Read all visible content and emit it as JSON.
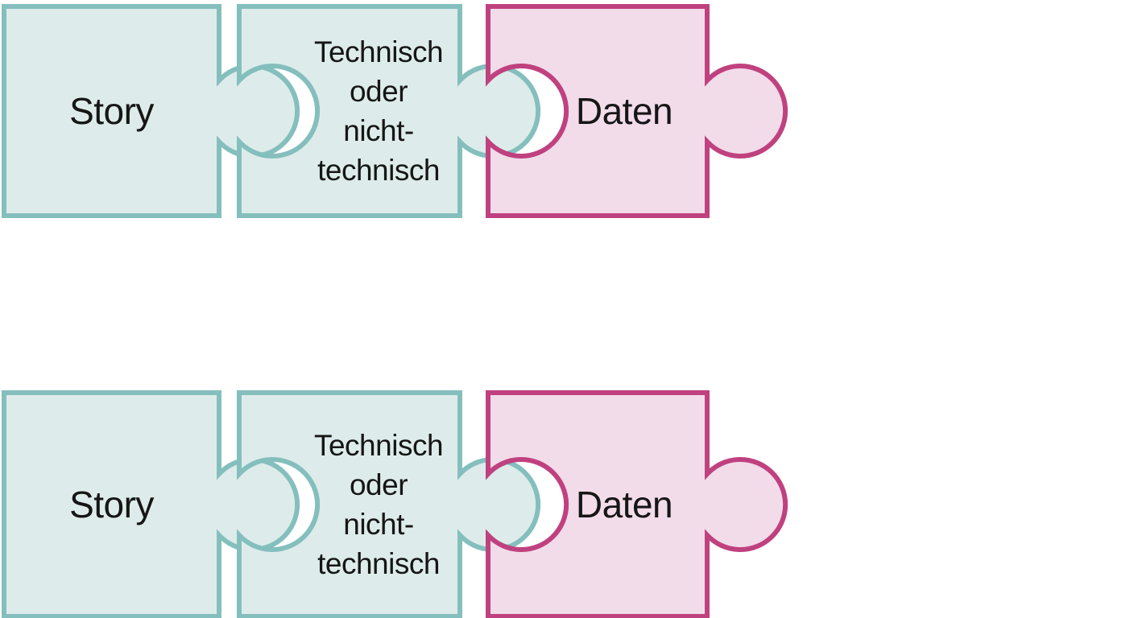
{
  "colors": {
    "background": "#ffffff",
    "teal-stroke": "#84bfbd",
    "teal-fill": "#ddecea",
    "pink-stroke": "#c0417f",
    "pink-fill": "#f2dcea",
    "text": "#161616"
  },
  "diagram": {
    "type": "puzzle-pieces",
    "rows": [
      {
        "pieces": [
          {
            "id": "story",
            "label": "Story",
            "color": "teal"
          },
          {
            "id": "technisch",
            "lines": [
              "Technisch",
              "oder",
              "nicht-",
              "technisch"
            ],
            "color": "teal"
          },
          {
            "id": "daten",
            "label": "Daten",
            "color": "pink"
          }
        ]
      },
      {
        "pieces": [
          {
            "id": "story",
            "label": "Story",
            "color": "teal"
          },
          {
            "id": "technisch",
            "lines": [
              "Technisch",
              "oder",
              "nicht-",
              "technisch"
            ],
            "color": "teal"
          },
          {
            "id": "daten",
            "label": "Daten",
            "color": "pink"
          }
        ]
      }
    ]
  }
}
